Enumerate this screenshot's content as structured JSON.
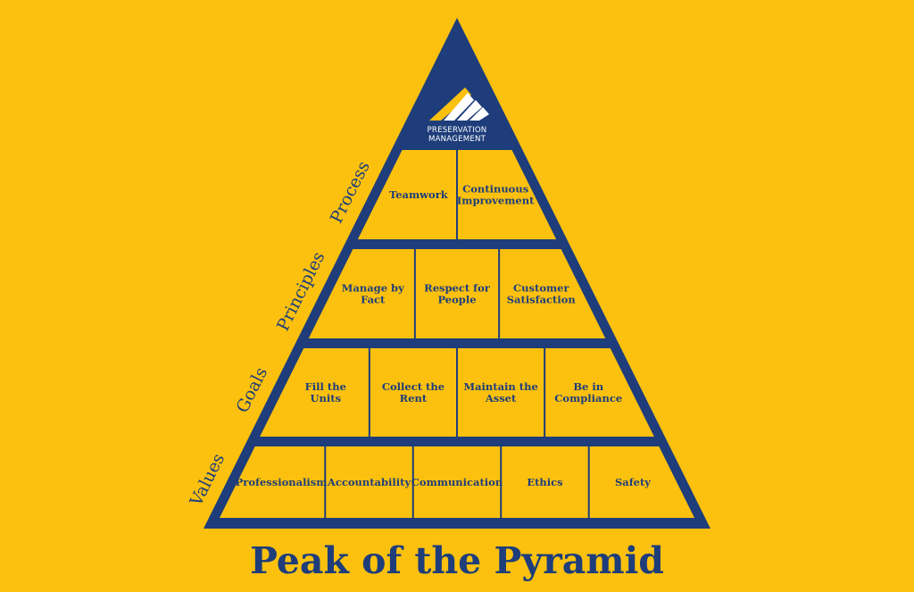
{
  "title": "Peak of the Pyramid",
  "colors": {
    "background": "#FCC10E",
    "navy": "#1E3D7A",
    "white": "#FFFFFF"
  },
  "logo": {
    "line1": "PRESERVATION",
    "line2": "MANAGEMENT",
    "icon": "mountain-peak-logo-icon"
  },
  "tiers": [
    {
      "label": "Process",
      "cells": [
        [
          "Teamwork"
        ],
        [
          "Continuous",
          "Improvement"
        ]
      ]
    },
    {
      "label": "Principles",
      "cells": [
        [
          "Manage by",
          "Fact"
        ],
        [
          "Respect for",
          "People"
        ],
        [
          "Customer",
          "Satisfaction"
        ]
      ]
    },
    {
      "label": "Goals",
      "cells": [
        [
          "Fill the",
          "Units"
        ],
        [
          "Collect the",
          "Rent"
        ],
        [
          "Maintain the",
          "Asset"
        ],
        [
          "Be in",
          "Compliance"
        ]
      ]
    },
    {
      "label": "Values",
      "cells": [
        [
          "Professionalism"
        ],
        [
          "Accountability"
        ],
        [
          "Communication"
        ],
        [
          "Ethics"
        ],
        [
          "Safety"
        ]
      ]
    }
  ]
}
